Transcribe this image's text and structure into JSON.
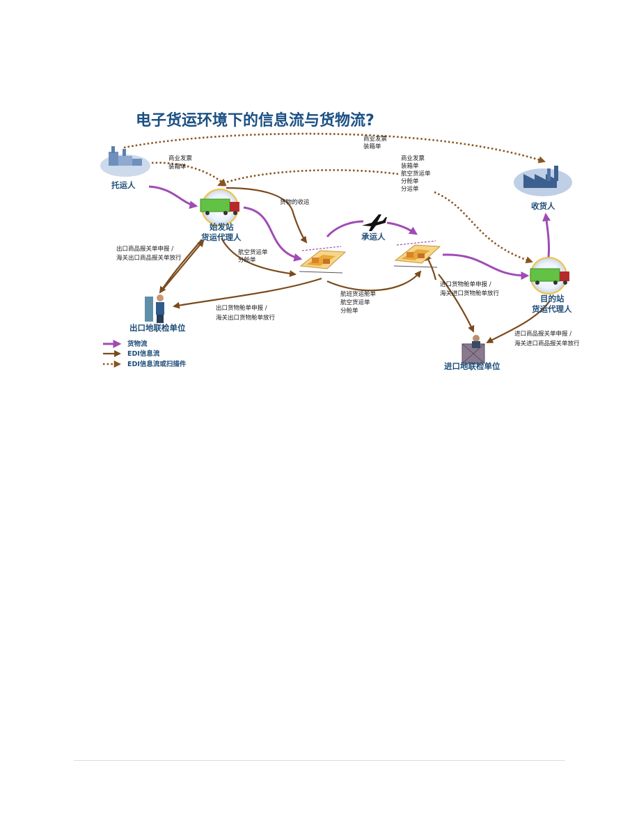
{
  "title": "电子货运环境下的信息流与货物流?",
  "nodes": {
    "shipper": "托运人",
    "consignee": "收货人",
    "origin_line1": "始发站",
    "origin_line2": "货运代理人",
    "carrier": "承运人",
    "dest_line1": "目的站",
    "dest_line2": "货运代理人",
    "export_insp": "出口地联检单位",
    "import_insp": "进口地联检单位"
  },
  "labels": {
    "top_docs": [
      "商业发票",
      "装箱单"
    ],
    "shipper_docs": [
      "商业发票",
      "装箱单"
    ],
    "right_docs": [
      "商业发票",
      "装箱单",
      "航空货运单",
      "分舱单",
      "分运单"
    ],
    "cargo_receipt": "货物的收运",
    "origin_to_hub": [
      "航空货运单",
      "分舱单"
    ],
    "export_customs": [
      "出口商品报关单申报 /",
      "海关出口商品报关单放行"
    ],
    "export_manifest": [
      "出口货物舱单申报 /",
      "海关出口货物舱单放行"
    ],
    "flight_docs": [
      "航班货运舱单",
      "航空货运单",
      "分舱单"
    ],
    "import_manifest": [
      "进口货物舱单申报 /",
      "海关进口货物舱单放行"
    ],
    "import_customs": [
      "进口商品报关单申报 /",
      "海关进口商品报关单放行"
    ]
  },
  "legend": {
    "cargo_flow": "货物流",
    "edi_flow": "EDI信息流",
    "edi_scan": "EDI信息流或扫描件"
  },
  "colors": {
    "cargo_flow": "#a04bb5",
    "edi_flow": "#7b4a1c",
    "edi_scan": "#8a5520",
    "title": "#1b4f83",
    "node_text": "#1f4e79"
  },
  "icons": [
    "factory-icon",
    "truck-icon",
    "airport-hub-icon",
    "airplane-icon",
    "officer-icon",
    "inspector-icon"
  ]
}
